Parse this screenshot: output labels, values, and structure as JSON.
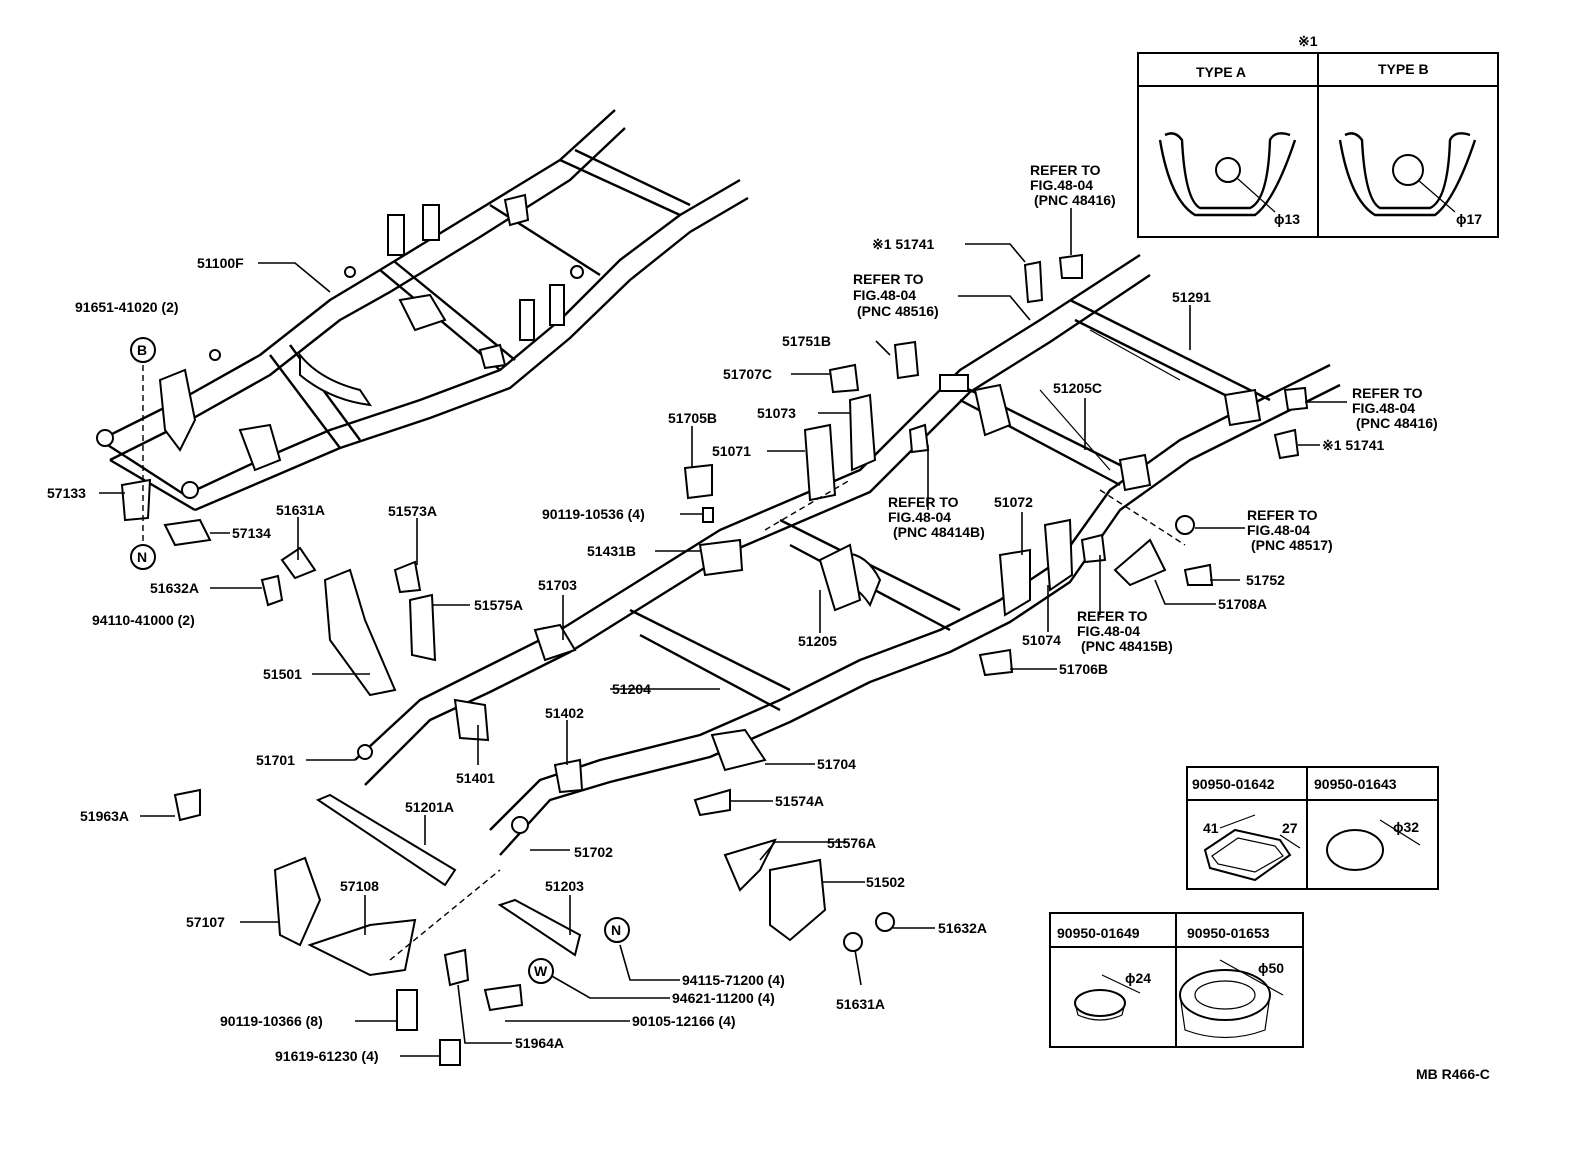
{
  "labels": {
    "p51100F": "51100F",
    "p91651": "91651-41020 (2)",
    "circB": "B",
    "p57133": "57133",
    "p57134": "57134",
    "circN1": "N",
    "p51632A_l": "51632A",
    "p94110": "94110-41000 (2)",
    "p51631A_l": "51631A",
    "p51573A": "51573A",
    "p51575A": "51575A",
    "p51501": "51501",
    "p51701": "51701",
    "p51401": "51401",
    "p51963A": "51963A",
    "p51201A": "51201A",
    "p57108": "57108",
    "p57107": "57107",
    "p90119_10366": "90119-10366 (8)",
    "p91619": "91619-61230 (4)",
    "p51964A": "51964A",
    "p90105": "90105-12166 (4)",
    "p94621": "94621-11200 (4)",
    "p94115": "94115-71200 (4)",
    "circW": "W",
    "circN2": "N",
    "p51203": "51203",
    "p51702": "51702",
    "p51402": "51402",
    "p51204": "51204",
    "p51703": "51703",
    "p51431B": "51431B",
    "p90119_10536": "90119-10536 (4)",
    "p51705B": "51705B",
    "p51071": "51071",
    "p51073": "51073",
    "p51707C": "51707C",
    "p51751B": "51751B",
    "refer1": [
      "REFER TO",
      "FIG.48-04",
      "(PNC 48516)"
    ],
    "p51741_top": "※1 51741",
    "refer2": [
      "REFER TO",
      "FIG.48-04",
      "(PNC 48416)"
    ],
    "p51291": "51291",
    "p51205C": "51205C",
    "refer3": [
      "REFER TO",
      "FIG.48-04",
      "(PNC 48416)"
    ],
    "p51741_right": "※1 51741",
    "refer4": [
      "REFER TO",
      "FIG.48-04",
      "(PNC 48414B)"
    ],
    "p51072": "51072",
    "refer5": [
      "REFER TO",
      "FIG.48-04",
      "(PNC 48517)"
    ],
    "p51752": "51752",
    "p51708A": "51708A",
    "refer6": [
      "REFER TO",
      "FIG.48-04",
      "(PNC 48415B)"
    ],
    "p51074": "51074",
    "p51706B": "51706B",
    "p51205": "51205",
    "p51704": "51704",
    "p51574A": "51574A",
    "p51576A": "51576A",
    "p51502": "51502",
    "p51632A_r": "51632A",
    "p51631A_r": "51631A",
    "footer": "MB R466-C"
  },
  "type_table": {
    "marker": "※1",
    "col_a": "TYPE A",
    "col_b": "TYPE B",
    "dim_a": "ϕ13",
    "dim_b": "ϕ17"
  },
  "plug_table_1": {
    "col_1": "90950-01642",
    "col_2": "90950-01643",
    "dim_41": "41",
    "dim_27": "27",
    "dim_32": "ϕ32"
  },
  "plug_table_2": {
    "col_1": "90950-01649",
    "col_2": "90950-01653",
    "dim_24": "ϕ24",
    "dim_50": "ϕ50"
  }
}
